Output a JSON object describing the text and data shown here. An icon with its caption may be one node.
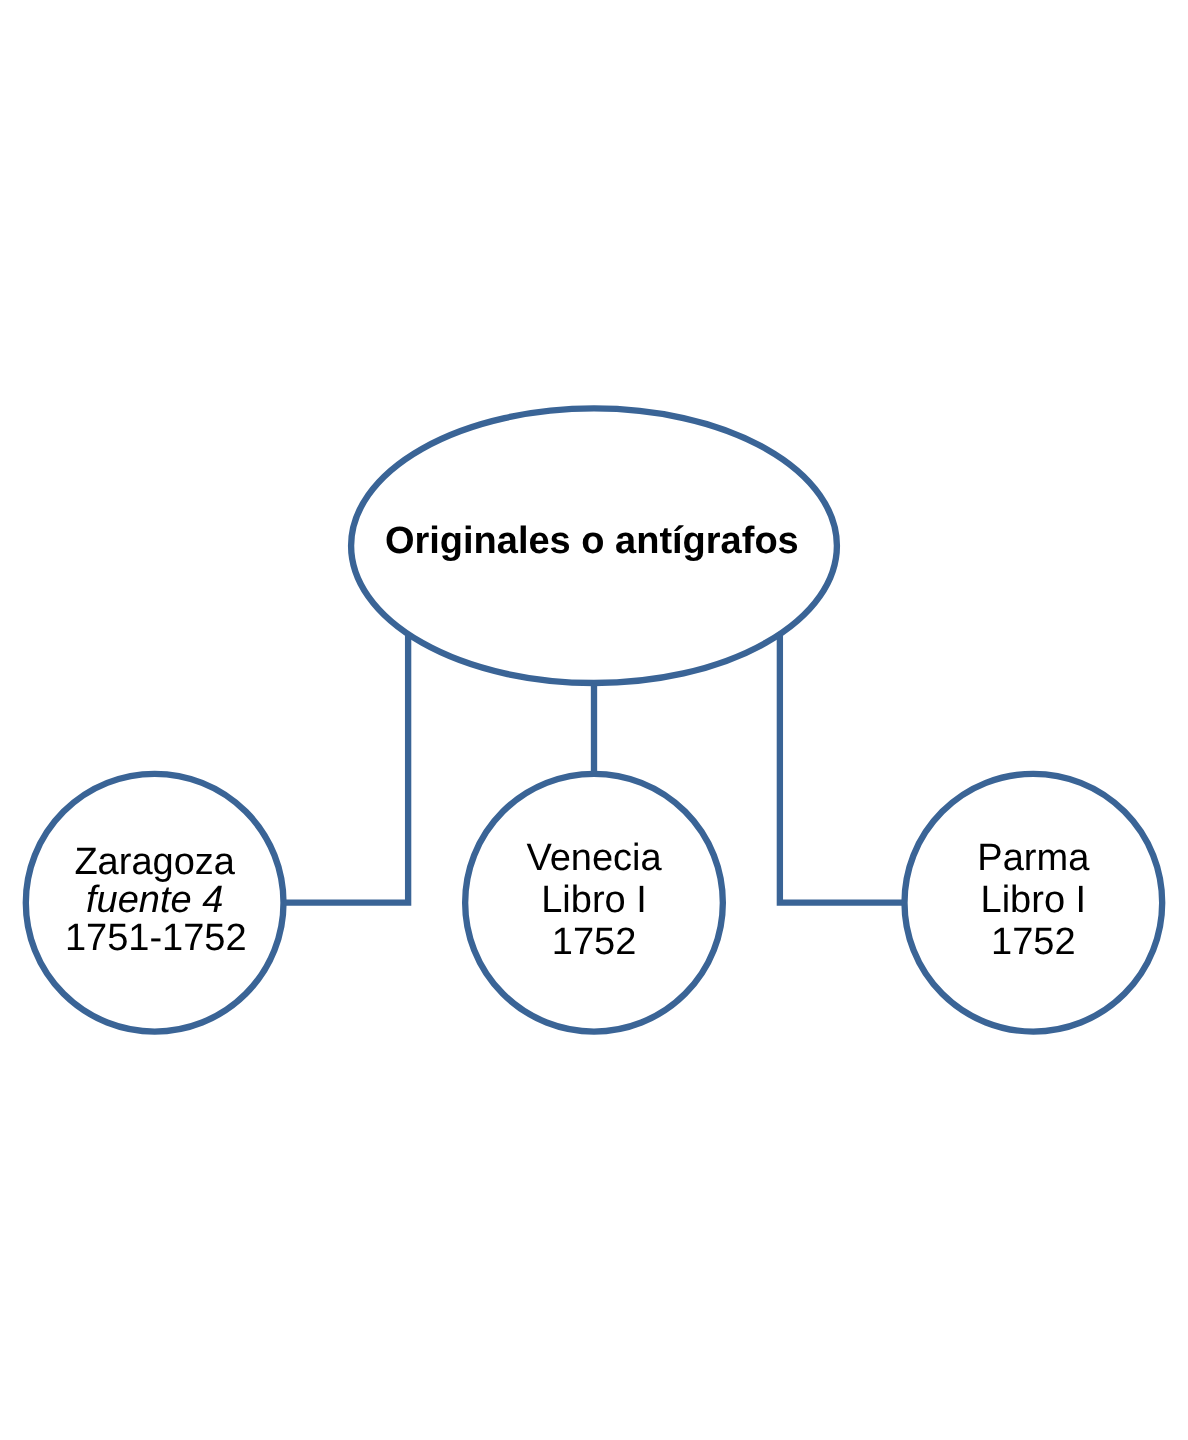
{
  "diagram": {
    "nodes": [
      {
        "text": [
          "Originales o antígrafos"
        ]
      },
      {
        "text": [
          "Zaragoza",
          "fuente 4",
          "1751-1752"
        ]
      },
      {
        "text": [
          "Venecia",
          "Libro I",
          "1752"
        ]
      },
      {
        "text": [
          "Parma",
          "Libro I",
          "1752"
        ]
      }
    ],
    "edges": [
      {
        "from": 0,
        "to": 1,
        "arrow": "none"
      },
      {
        "from": 0,
        "to": 2,
        "arrow": "none"
      },
      {
        "from": 0,
        "to": 3,
        "arrow": "none"
      }
    ]
  }
}
